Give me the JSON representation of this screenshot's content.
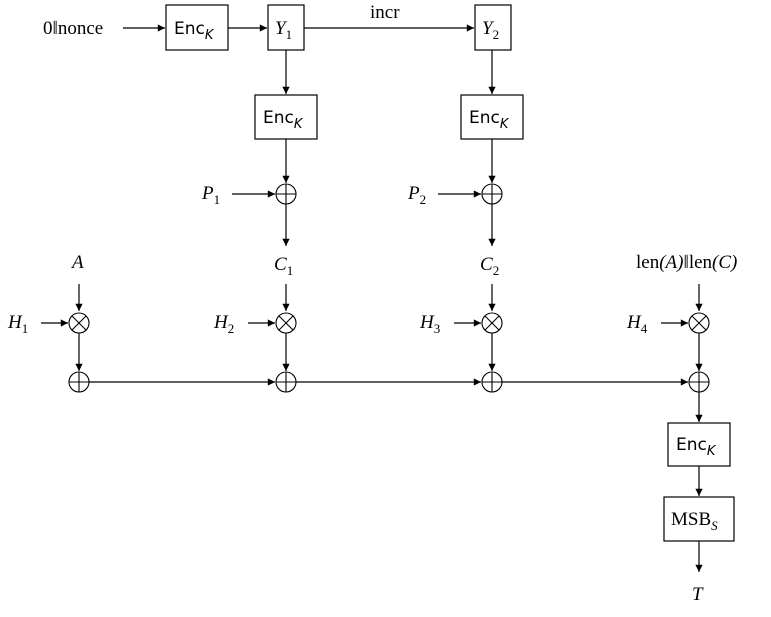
{
  "diagram": {
    "inputs": {
      "nonce_prefix": "0",
      "concat": "‖",
      "nonce": "nonce",
      "incr": "incr",
      "aad": "A",
      "len_a_fn": "len",
      "len_a_arg": "(A)",
      "len_c_fn": "len",
      "len_c_arg": "(C)",
      "output_tag": "T"
    },
    "enc": {
      "name": "Enc",
      "key": "K"
    },
    "msb": {
      "name": "MSB",
      "sub": "S"
    },
    "counters": [
      {
        "sym": "Y",
        "sub": "1"
      },
      {
        "sym": "Y",
        "sub": "2"
      }
    ],
    "plaintexts": [
      {
        "sym": "P",
        "sub": "1"
      },
      {
        "sym": "P",
        "sub": "2"
      }
    ],
    "ciphertexts": [
      {
        "sym": "C",
        "sub": "1"
      },
      {
        "sym": "C",
        "sub": "2"
      }
    ],
    "hash_keys": [
      {
        "sym": "H",
        "sub": "1"
      },
      {
        "sym": "H",
        "sub": "2"
      },
      {
        "sym": "H",
        "sub": "3"
      },
      {
        "sym": "H",
        "sub": "4"
      }
    ],
    "operators": {
      "xor": "xor",
      "gf_mult": "multiply"
    }
  }
}
